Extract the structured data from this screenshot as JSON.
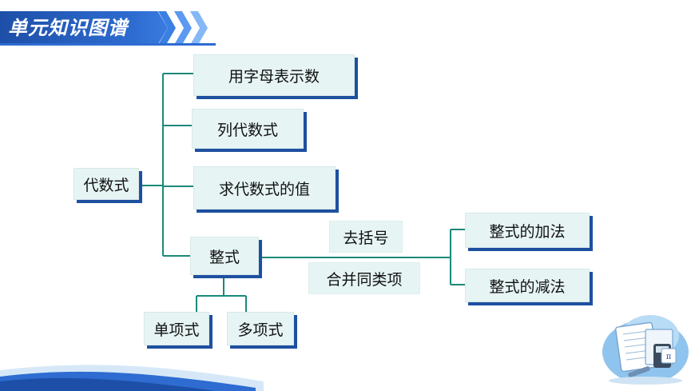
{
  "header": {
    "title": "单元知识图谱"
  },
  "nodes": {
    "root": "代数式",
    "branch1": "用字母表示数",
    "branch2": "列代数式",
    "branch3": "求代数式的值",
    "branch4": "整式",
    "monomial": "单项式",
    "polynomial": "多项式",
    "op1": "去括号",
    "op2": "合并同类项",
    "add": "整式的加法",
    "sub": "整式的减法"
  },
  "colors": {
    "line": "#1a8a7a",
    "shadow": "#1e50a0",
    "box": "#e6f4f4",
    "header": "#2e6cd1"
  },
  "decoration": {
    "icon": "math-notebook-illustration-icon",
    "symbol": "π"
  }
}
